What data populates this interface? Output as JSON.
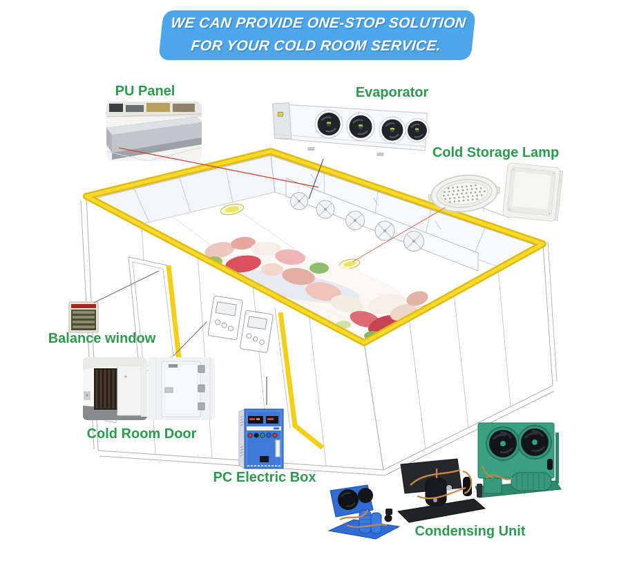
{
  "banner": {
    "line1": "WE CAN PROVIDE ONE-STOP SOLUTION",
    "line2": "FOR YOUR COLD ROOM SERVICE."
  },
  "labels": {
    "pu_panel": "PU Panel",
    "evaporator": "Evaporator",
    "cold_storage_lamp": "Cold Storage Lamp",
    "balance_window": "Balance window",
    "cold_room_door": "Cold Room Door",
    "pc_electric_box": "PC Electric Box",
    "condensing_unit": "Condensing Unit"
  },
  "colors": {
    "banner_blue": "#4da6e9",
    "label_green": "#2c9a4e",
    "trim_yellow": "#f3d016",
    "trim_yellow_dark": "#e0ba10",
    "line_grey": "#a9adb4",
    "electric_box_blue": "#3f7ad8",
    "condenser_blue": "#2f6cd4",
    "condenser_green": "#3aa080"
  }
}
